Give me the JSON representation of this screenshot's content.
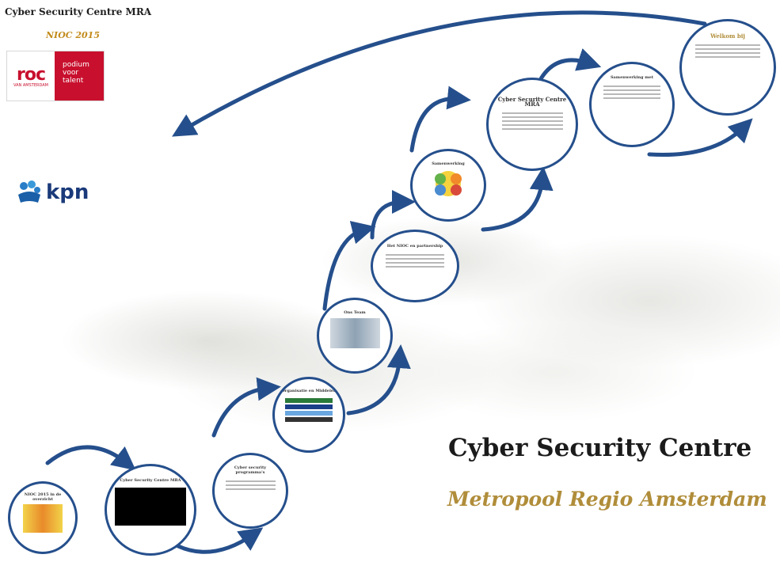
{
  "header": {
    "title": "Cyber Security Centre MRA",
    "subtitle": "NIOC 2015"
  },
  "logos": {
    "roc_mark": "roc",
    "roc_tagline": "VAN AMSTERDAM",
    "roc_right_line1": "podium",
    "roc_right_line2": "voor",
    "roc_right_line3": "talent",
    "kpn": "kpn"
  },
  "main": {
    "title": "Cyber Security Centre",
    "subtitle": "Metropool Regio Amsterdam"
  },
  "nodes": [
    {
      "id": "node-1",
      "title": "NIOC 2015 in de overzicht"
    },
    {
      "id": "node-2",
      "title": "Cyber Security Centre MRA"
    },
    {
      "id": "node-3",
      "title": "Cyber security programma's"
    },
    {
      "id": "node-4",
      "title": "Organisatie en Middelen"
    },
    {
      "id": "node-5",
      "title": "Ons Team"
    },
    {
      "id": "node-6",
      "title": "Het NIOC en partnership"
    },
    {
      "id": "node-7",
      "title": "Samenwerking"
    },
    {
      "id": "node-8",
      "title": "Cyber Security Centre MRA"
    },
    {
      "id": "node-9",
      "title": "Samenwerking met"
    },
    {
      "id": "node-10",
      "title": "Welkom bij"
    }
  ],
  "colors": {
    "accent": "#254f8c",
    "roc_red": "#c8102e",
    "gold": "#b08d3a"
  }
}
